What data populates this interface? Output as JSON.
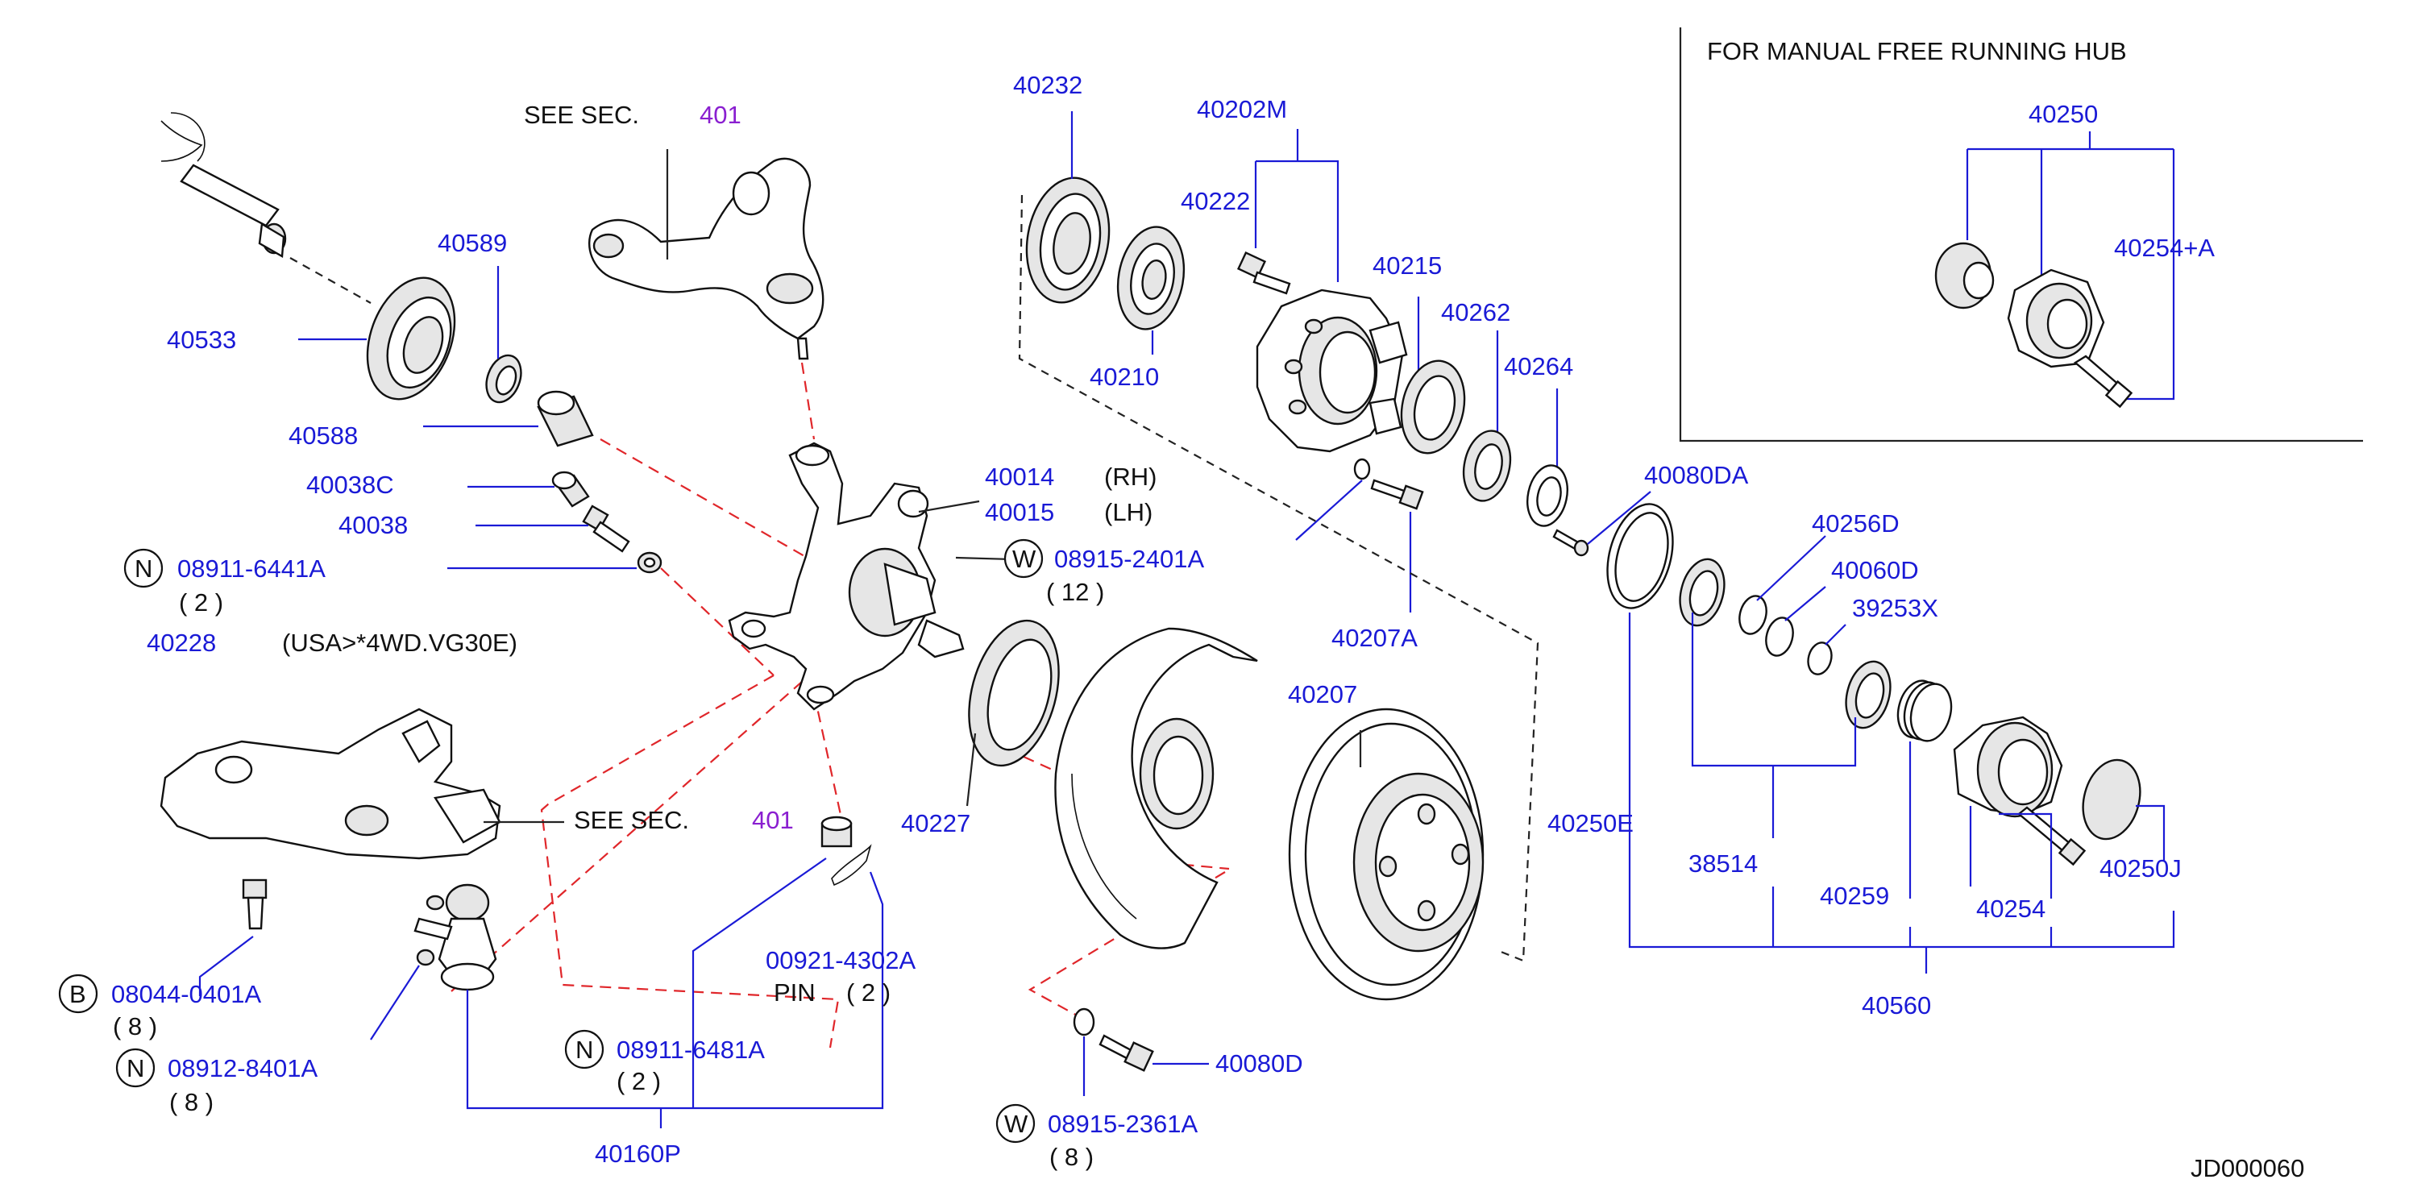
{
  "labels": {
    "see_sec_top": "SEE   SEC.",
    "see_sec_top_num": "401",
    "see_sec_bottom": "SEE   SEC.",
    "see_sec_bottom_num": "401",
    "p40232": "40232",
    "p40202M": "40202M",
    "p40222": "40222",
    "p40215": "40215",
    "p40262": "40262",
    "p40264": "40264",
    "p40210": "40210",
    "p40589": "40589",
    "p40533": "40533",
    "p40588": "40588",
    "p40038C": "40038C",
    "p40038": "40038",
    "p08911_6441A": "08911-6441A",
    "q08911_6441A": "( 2 )",
    "p40228": "40228",
    "note40228": "(USA>*4WD.VG30E)",
    "p40014": "40014",
    "rh": "(RH)",
    "p40015": "40015",
    "lh": "(LH)",
    "p08915_2401A": "08915-2401A",
    "q08915_2401A": "( 12 )",
    "p40080DA": "40080DA",
    "p40207A": "40207A",
    "p40256D": "40256D",
    "p40060D": "40060D",
    "p39253X": "39253X",
    "p40207": "40207",
    "p40227": "40227",
    "p40250E": "40250E",
    "p38514": "38514",
    "p40259": "40259",
    "p40254": "40254",
    "p40250J": "40250J",
    "p40560": "40560",
    "p00921_4302A": "00921-4302A",
    "pin": "PIN",
    "q_pin": "( 2 )",
    "p08044_0401A": "08044-0401A",
    "q08044_0401A": "( 8 )",
    "p08912_8401A": "08912-8401A",
    "q08912_8401A": "( 8 )",
    "p08911_6481A": "08911-6481A",
    "q08911_6481A": "( 2 )",
    "p40160P": "40160P",
    "p40080D": "40080D",
    "p08915_2361A": "08915-2361A",
    "q08915_2361A": "( 8 )",
    "inset_title": "FOR   MANUAL   FREE   RUNNING   HUB",
    "inset_40250": "40250",
    "inset_40254A": "40254+A",
    "diagram_id": "JD000060"
  },
  "symbols": {
    "n": "N",
    "w": "W",
    "b": "B"
  },
  "colors": {
    "part_number": "#1a1ad6",
    "section_ref": "#8a1fd0",
    "leader_red": "#e0262a",
    "text": "#111111"
  }
}
